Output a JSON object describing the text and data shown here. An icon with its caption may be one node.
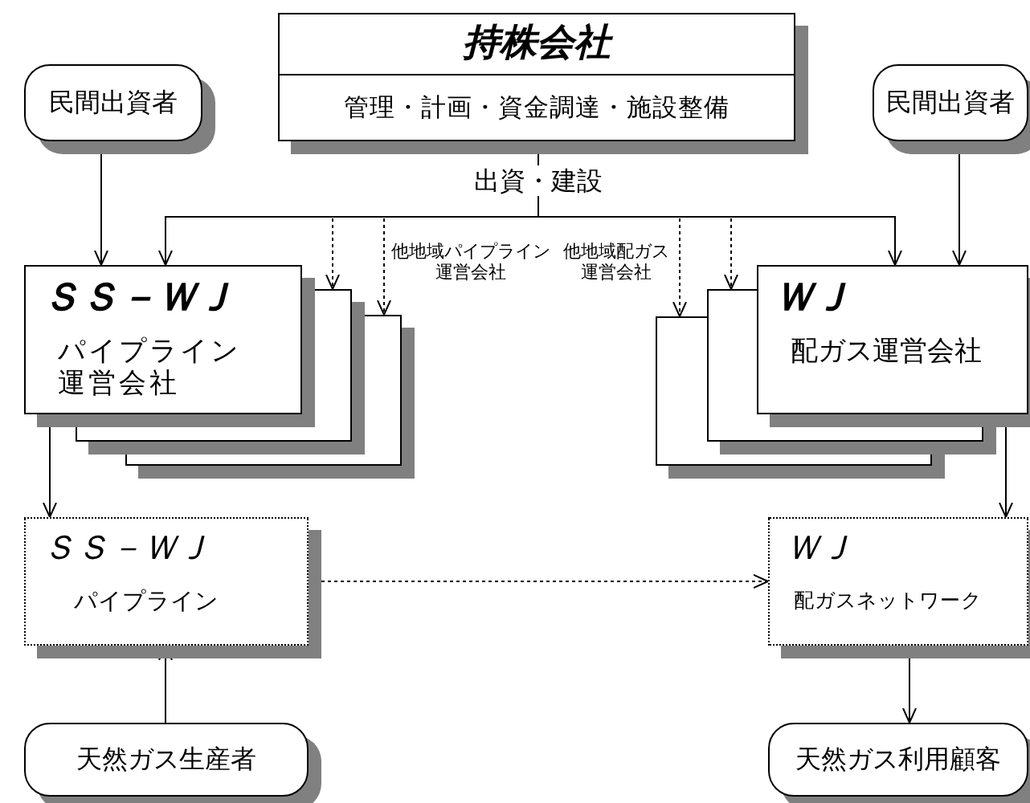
{
  "diagram": {
    "nodes": [
      {
        "text": [
          "持株会社",
          "管理・計画・資金調達・施設整備"
        ]
      },
      {
        "text": [
          "民間出資者"
        ]
      },
      {
        "text": [
          "民間出資者"
        ]
      },
      {
        "text": [
          "ＳＳ－ＷＪ",
          "パイプライン運営会社"
        ]
      },
      {
        "text": [],
        "shape": "box"
      },
      {
        "text": [],
        "shape": "box"
      },
      {
        "text": [],
        "shape": "box"
      },
      {
        "text": [],
        "shape": "box"
      },
      {
        "text": [
          "ＷＪ",
          "配ガス運営会社"
        ]
      },
      {
        "text": [
          "ＳＳ－ＷＪ",
          "パイプライン"
        ]
      },
      {
        "text": [
          "ＷＪ",
          "配ガスネットワーク"
        ]
      },
      {
        "text": [
          "天然ガス生産者"
        ]
      },
      {
        "text": [
          "天然ガス利用顧客"
        ]
      }
    ],
    "edges": [
      {
        "from": 0,
        "to": 3,
        "arrow": "to"
      },
      {
        "from": 0,
        "to": 4,
        "arrow": "to",
        "style": "dashed"
      },
      {
        "from": 0,
        "to": 5,
        "arrow": "to",
        "style": "dashed"
      },
      {
        "from": 0,
        "to": 6,
        "arrow": "to",
        "style": "dashed"
      },
      {
        "from": 0,
        "to": 7,
        "arrow": "to",
        "style": "dashed"
      },
      {
        "from": 0,
        "to": 8,
        "arrow": "to"
      },
      {
        "from": 1,
        "to": 3,
        "arrow": "to"
      },
      {
        "from": 2,
        "to": 8,
        "arrow": "to"
      },
      {
        "from": 3,
        "to": 9,
        "arrow": "to"
      },
      {
        "from": 8,
        "to": 10,
        "arrow": "to"
      },
      {
        "from": 9,
        "to": 10,
        "arrow": "to",
        "style": "dashed"
      },
      {
        "from": 11,
        "to": 9,
        "arrow": "to"
      },
      {
        "from": 10,
        "to": 12,
        "arrow": "to"
      }
    ],
    "labels": [
      "出資・建設",
      "他地域パイプライン運営会社",
      "他地域配ガス運営会社"
    ]
  }
}
